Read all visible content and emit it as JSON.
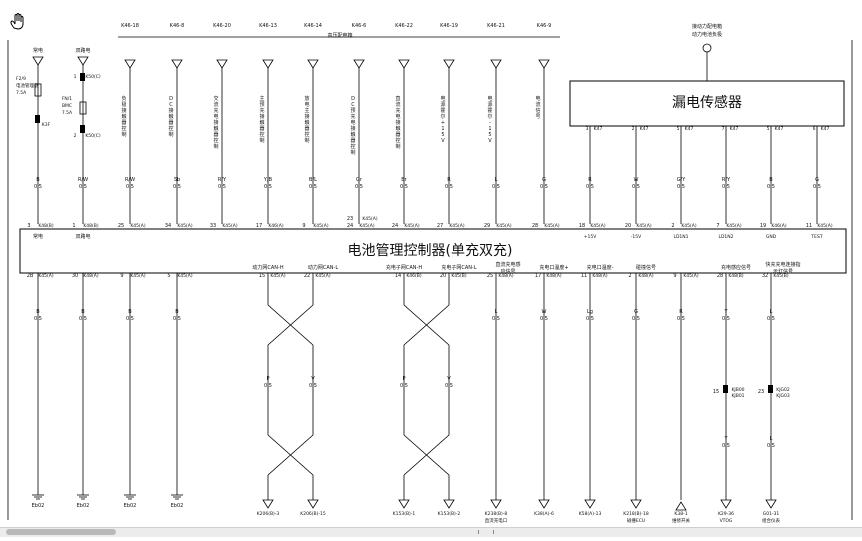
{
  "colors": {
    "line": "#000000",
    "text": "#111111"
  },
  "top_terminals": [
    {
      "label": "常电",
      "wire": "B",
      "size": "0.5",
      "pin": "3",
      "conn": "K48(B)",
      "bottom": "常电"
    },
    {
      "label": "双路电",
      "wire": "R/W",
      "size": "0.5",
      "pin": "1",
      "conn": "K48(B)",
      "bottom": "双路电"
    },
    {
      "label": "K46-18",
      "wire": "R/W",
      "size": "0.5",
      "pin": "25",
      "conn": "K45(A)",
      "desc": "负极接触器控制"
    },
    {
      "label": "K46-8",
      "wire": "Sb",
      "size": "0.5",
      "pin": "34",
      "conn": "K45(A)",
      "desc": "DC接触器控制"
    },
    {
      "label": "K46-20",
      "wire": "R/Y",
      "size": "0.5",
      "pin": "33",
      "conn": "K45(A)",
      "desc": "交流充电接触器控制"
    },
    {
      "label": "K46-13",
      "wire": "Y/B",
      "size": "0.5",
      "pin": "17",
      "conn": "K46(A)",
      "desc": "主预充接触器控制"
    },
    {
      "label": "K46-14",
      "wire": "B/L",
      "size": "0.5",
      "pin": "9",
      "conn": "K45(A)",
      "desc": "放电主接触器控制"
    },
    {
      "label": "K46-6",
      "wire": "Gr",
      "size": "0.5",
      "pin": "24",
      "conn": "K45(A)",
      "desc": "DC预充电接触器控制"
    },
    {
      "label": "K46-22",
      "wire": "Br",
      "size": "0.5",
      "pin": "24",
      "conn": "K45(A)",
      "desc": "直流充电接触器控制"
    },
    {
      "label": "K46-19",
      "wire": "R",
      "size": "0.5",
      "pin": "27",
      "conn": "K45(A)",
      "desc": "电源霍尔+15V"
    },
    {
      "label": "K46-21",
      "wire": "L",
      "size": "0.5",
      "pin": "29",
      "conn": "K45(A)",
      "desc": "电源霍尔-15V"
    },
    {
      "label": "K46-9",
      "wire": "G",
      "size": "0.5",
      "pin": "28",
      "conn": "K45(A)",
      "desc": "电流信号"
    }
  ],
  "fuse": {
    "name": "F2/9",
    "desc": "电池管理器",
    "rating": "7.5A",
    "conn1": "K3F",
    "conn2": "K3F"
  },
  "fuse2": {
    "name": "FN/1",
    "desc": "BMC",
    "rating": "7.5A",
    "conn1": "K50(C)",
    "conn2": "K50(C)"
  },
  "pin_23": "23",
  "pin_23_conn": "K45(A)",
  "hv_box_label": "高压配电箱",
  "leak_sensor": {
    "title": "漏电传感器",
    "power_note": "接动力配电箱",
    "power_note2": "动力电池负极",
    "pins": [
      {
        "pin": "3",
        "conn": "K47",
        "wire": "R",
        "size": "0.5",
        "bms_pin": "18",
        "bms_conn": "K45(A)",
        "bms_label": "+15V"
      },
      {
        "pin": "2",
        "conn": "K47",
        "wire": "W",
        "size": "0.5",
        "bms_pin": "20",
        "bms_conn": "K45(A)",
        "bms_label": "-15V"
      },
      {
        "pin": "5",
        "conn": "K47",
        "wire": "G/Y",
        "size": "0.5",
        "bms_pin": "2",
        "bms_conn": "K45(A)",
        "bms_label": "LD1N1"
      },
      {
        "pin": "7",
        "conn": "K47",
        "wire": "R/Y",
        "size": "0.5",
        "bms_pin": "7",
        "bms_conn": "K45(A)",
        "bms_label": "LD1N2"
      },
      {
        "pin": "5",
        "conn": "K47",
        "wire": "B",
        "size": "0.5",
        "bms_pin": "19",
        "bms_conn": "K46(A)",
        "bms_label": "GND"
      },
      {
        "pin": "6",
        "conn": "K47",
        "wire": "G",
        "size": "0.5",
        "bms_pin": "11",
        "bms_conn": "K45(A)",
        "bms_label": "TEST"
      }
    ]
  },
  "bms": {
    "title": "电池管理控制器(单充双充)"
  },
  "bottom_grounds": [
    {
      "pin": "2B",
      "conn": "K45(A)",
      "wire": "B",
      "size": "0.5",
      "gnd": "Eb02"
    },
    {
      "pin": "30",
      "conn": "K48(A)",
      "wire": "B",
      "size": "0.5",
      "gnd": "Eb02"
    },
    {
      "pin": "9",
      "conn": "K45(A)",
      "wire": "B",
      "size": "0.5",
      "gnd": "Eb02"
    },
    {
      "pin": "5",
      "conn": "K45(A)",
      "wire": "B",
      "size": "0.5",
      "gnd": "Eb02"
    }
  ],
  "can_pairs": [
    {
      "h_label": "动力网CAN-H",
      "l_label": "动力网CAN-L",
      "h_pin": "15",
      "h_conn": "K45(A)",
      "l_pin": "22",
      "l_conn": "K45(A)",
      "h_wire": "P",
      "l_wire": "V",
      "size": "0.5",
      "h_end": "K206(B)-3",
      "l_end": "K206(B)-15"
    },
    {
      "h_label": "充电子网CAN-H",
      "l_label": "充电子网CAN-L",
      "h_pin": "14",
      "h_conn": "K46(B)",
      "l_pin": "20",
      "l_conn": "K45(B)",
      "h_wire": "P",
      "l_wire": "V",
      "size": "0.5",
      "h_end": "K153(B)-1",
      "l_end": "K153(B)-2"
    }
  ],
  "bottom_signals": [
    {
      "label": "直流充电感应信号",
      "pin": "25",
      "conn": "K48(A)",
      "wire": "L",
      "size": "0.5",
      "end": "K238(B)-8",
      "end2": "直流充电口"
    },
    {
      "label": "充电口温度+",
      "pin": "17",
      "conn": "K48(A)",
      "wire": "W",
      "size": "0.5",
      "end": "K38(A)-6",
      "end2": ""
    },
    {
      "label": "充电口温度-",
      "pin": "11",
      "conn": "K48(A)",
      "wire": "Lg",
      "size": "0.5",
      "end": "K58(A)-13",
      "end2": ""
    },
    {
      "label": "碰撞信号",
      "pin": "2",
      "conn": "K48(A)",
      "wire": "G",
      "size": "0.5",
      "end": "K218(B)-18",
      "end2": "碰撞ECU"
    },
    {
      "label": "",
      "pin": "9",
      "conn": "K45(A)",
      "wire": "R",
      "size": "0.5",
      "end": "K38-1",
      "end2": "维修开关"
    },
    {
      "label": "充电感应信号",
      "pin": "28",
      "conn": "K48(B)",
      "wire": "Y",
      "size": "0.5",
      "end": "K29-36",
      "end2": "VTOG",
      "mid_conn": "KJB00",
      "mid_conn2": "KJB01",
      "mid_pin": "15",
      "wire2": "Y"
    },
    {
      "label": "快充充电连接指示灯信号",
      "pin": "32",
      "conn": "K45(B)",
      "wire": "L",
      "size": "0.5",
      "end": "G01-31",
      "end2": "组合仪表",
      "mid_conn": "KJG02",
      "mid_conn2": "KJG03",
      "mid_pin": "23",
      "wire2": "L"
    }
  ]
}
